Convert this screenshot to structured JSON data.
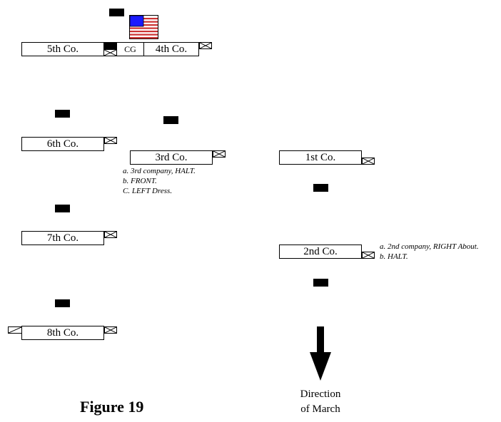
{
  "companies": {
    "c5": "5th Co.",
    "c4": "4th Co.",
    "c6": "6th Co.",
    "c3": "3rd Co.",
    "c1": "1st Co.",
    "c7": "7th Co.",
    "c2": "2nd Co.",
    "c8": "8th Co."
  },
  "color_guard": "CG",
  "notes": {
    "third": [
      "a. 3rd company, HALT.",
      "b. FRONT.",
      "C. LEFT Dress."
    ],
    "second": [
      "a. 2nd company, RIGHT About.",
      "b. HALT."
    ]
  },
  "direction_label": [
    "Direction",
    "of March"
  ],
  "figure_title": "Figure 19",
  "icons": {
    "flag": "us-flag-icon",
    "guidon": "guidon-icon",
    "officer": "officer-marker-icon",
    "arrow": "direction-arrow-icon"
  },
  "colors": {
    "flag_blue": "#1a1aff",
    "flag_red": "#cc3333",
    "line": "#000000"
  }
}
